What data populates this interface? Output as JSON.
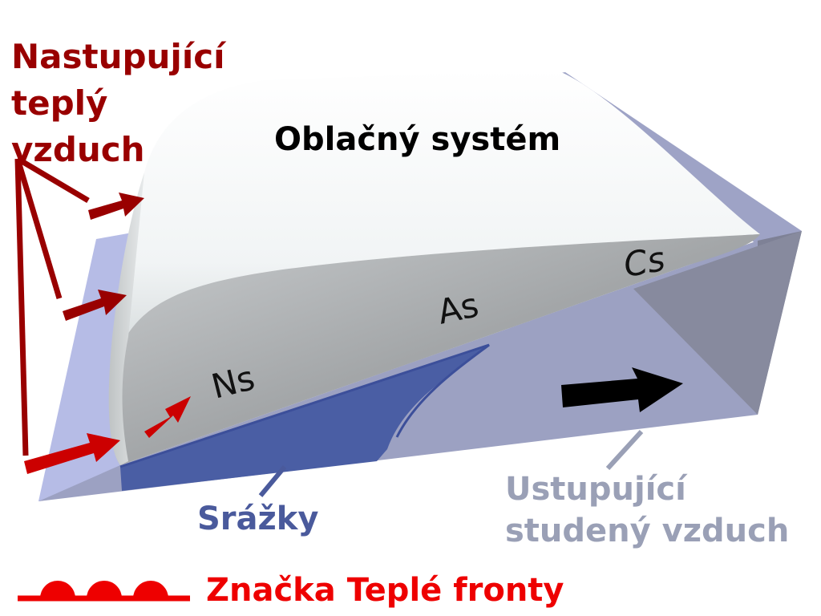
{
  "labels": {
    "warm_air": [
      "Nastupující",
      "teplý",
      "vzduch"
    ],
    "cloud_system": "Oblačný systém",
    "cold_air": [
      "Ustupující",
      "studený vzduch"
    ],
    "precipitation": "Srážky",
    "legend": "Značka Teplé fronty"
  },
  "cloud_types": {
    "ns": "Ns",
    "as": "As",
    "cs": "Cs"
  },
  "colors": {
    "warm_air": "#990000",
    "cold_air_text": "#9aa0b6",
    "precipitation_text": "#4a5a9c",
    "legend": "#ee0000",
    "cold_wedge": "#a5aac7",
    "precip_area": "#4a5ea4",
    "cloud_top": "#f5f7f8",
    "cloud_side": "#9a9d9f"
  }
}
